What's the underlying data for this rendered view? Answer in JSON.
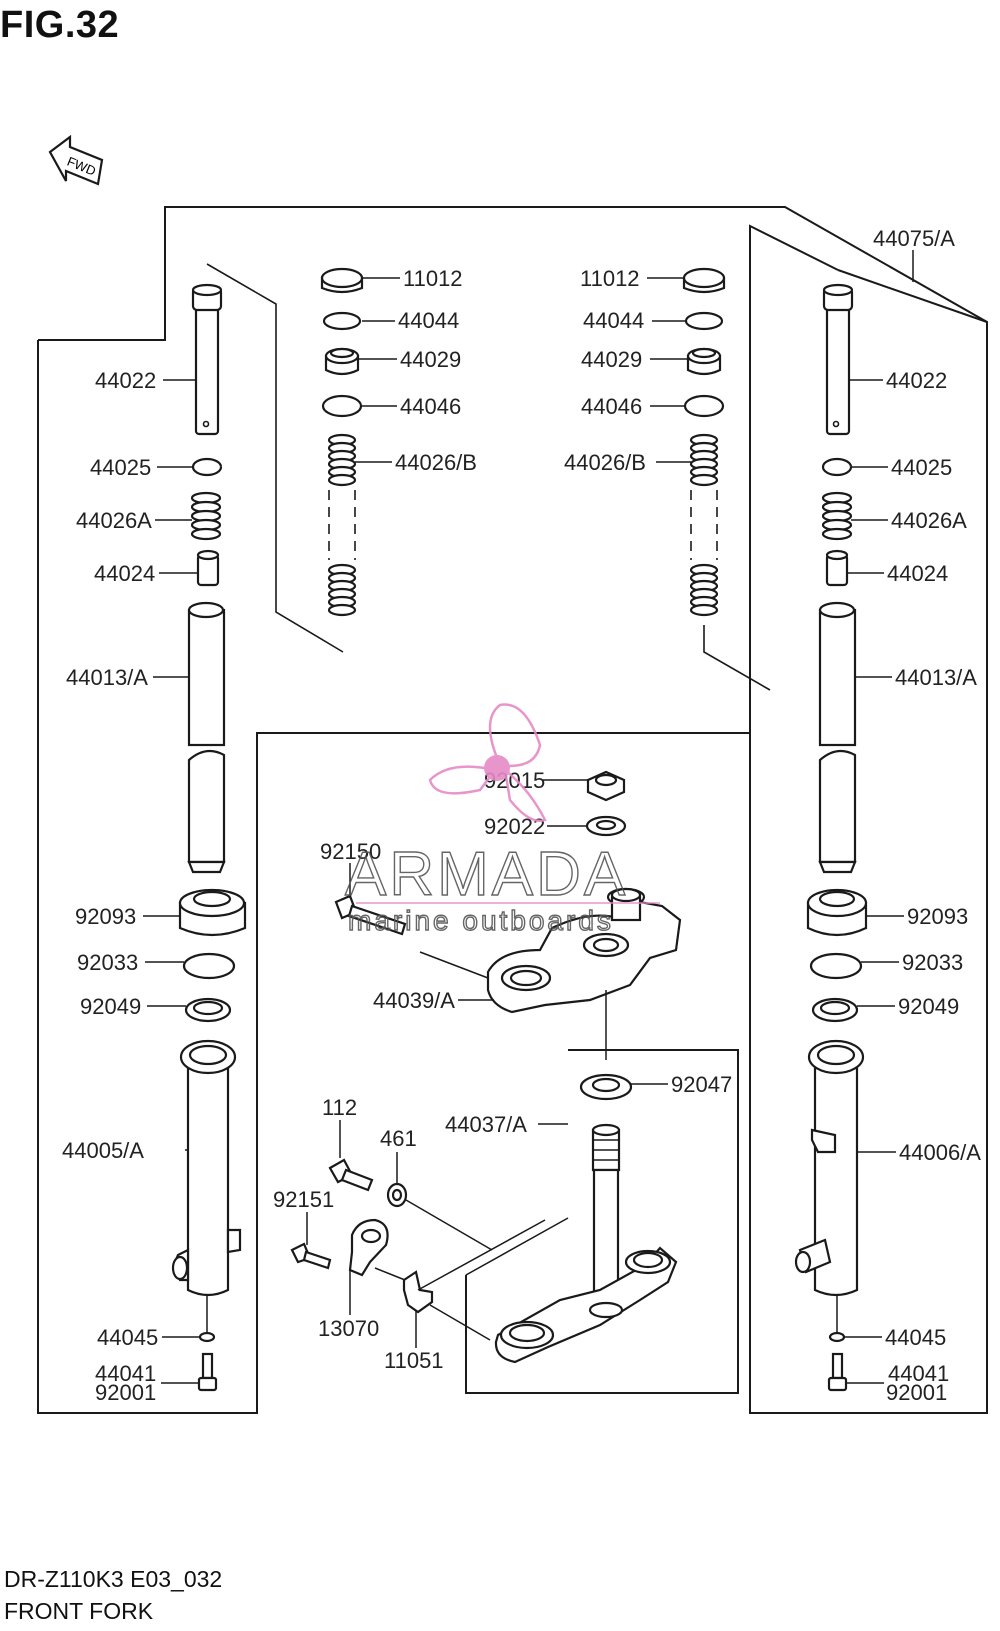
{
  "figure": {
    "title": "FIG.32",
    "model_code": "DR-Z110K3 E03_032",
    "section_name": "FRONT FORK",
    "direction_label": "FWD"
  },
  "watermark": {
    "brand": "ARMADA",
    "tagline": "marine outboards",
    "accent_color": "#e68ac6"
  },
  "labels": {
    "l_11012": "11012",
    "r_11012": "11012",
    "l_44044": "44044",
    "r_44044": "44044",
    "l_44029": "44029",
    "r_44029": "44029",
    "l_44046": "44046",
    "r_44046": "44046",
    "l_44026b": "44026/B",
    "r_44026b": "44026/B",
    "assy_44075": "44075/A",
    "l_44022": "44022",
    "r_44022": "44022",
    "l_44025": "44025",
    "r_44025": "44025",
    "l_44026a": "44026A",
    "r_44026a": "44026A",
    "l_44024": "44024",
    "r_44024": "44024",
    "l_44013": "44013/A",
    "r_44013": "44013/A",
    "c_92015": "92015",
    "c_92022": "92022",
    "c_92150": "92150",
    "l_92093": "92093",
    "r_92093": "92093",
    "l_92033": "92033",
    "r_92033": "92033",
    "l_92049": "92049",
    "r_92049": "92049",
    "c_44039": "44039/A",
    "c_92047": "92047",
    "c_44037": "44037/A",
    "c_112": "112",
    "c_461": "461",
    "c_92151": "92151",
    "l_44005": "44005/A",
    "r_44006": "44006/A",
    "c_13070": "13070",
    "c_11051": "11051",
    "l_44045": "44045",
    "r_44045": "44045",
    "l_44041": "44041",
    "r_44041": "44041",
    "l_92001": "92001",
    "r_92001": "92001"
  }
}
